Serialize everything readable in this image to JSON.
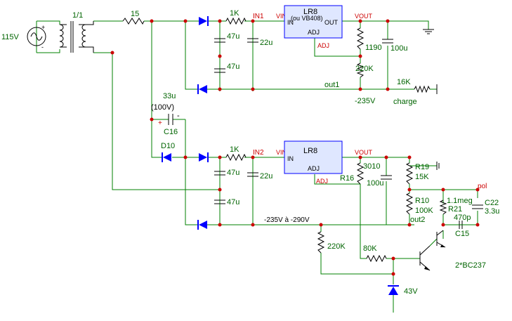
{
  "colors": {
    "wire": "#008000",
    "component": "#000000",
    "ic_fill": "#dfe7ff",
    "ic_stroke": "#0000ff",
    "diode": "#0000ff",
    "node": "#cc0000",
    "net_label": "#cc0000"
  },
  "source": {
    "label": "115V"
  },
  "transformer": {
    "label": "1/1"
  },
  "top": {
    "r_series": "15",
    "r_1k": "1K",
    "c47a": "47u",
    "c47b": "47u",
    "c22": "22u",
    "net_in": "IN1",
    "net_vin": "VIN",
    "ic_name": "LR8",
    "ic_alt": "(ou VB408)",
    "ic_in": "IN",
    "ic_out": "OUT",
    "ic_adj": "ADJ",
    "net_adj": "ADJ",
    "net_vout": "VOUT",
    "r1190": "1190",
    "c100": "100u",
    "r220": "220K",
    "net_out": "out1",
    "r16k": "16K",
    "charge": "charge",
    "minus235": "-235V"
  },
  "middle": {
    "c33": "33u",
    "c33v": "(100V)",
    "c16": "C16",
    "plus": "+",
    "minus": "-",
    "d10": "D10"
  },
  "bottom": {
    "r_1k": "1K",
    "c47a": "47u",
    "c47b": "47u",
    "c22": "22u",
    "net_in": "IN2",
    "net_vin": "VIN",
    "ic_name": "LR8",
    "ic_in": "IN",
    "ic_adj": "ADJ",
    "net_adj": "ADJ",
    "net_vout": "VOUT",
    "r3010": "3010",
    "r16": "R16",
    "c100": "100u",
    "r19": "R19",
    "r19v": "15K",
    "r10": "R10",
    "r10v": "100K",
    "out2": "out2",
    "r11meg": "1.1meg",
    "r21": "R21",
    "c470p": "470p",
    "c15": "C15",
    "pol": "pol",
    "c22n": "C22",
    "c33u": "3.3u",
    "range": "-235V à -290V",
    "r220": "220K",
    "r80": "80K",
    "bc": "2*BC237",
    "z43": "43V"
  }
}
